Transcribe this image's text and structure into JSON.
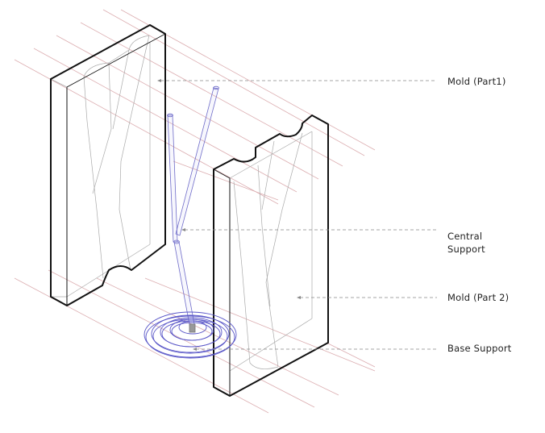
{
  "labels": {
    "mold_part1": "Mold (Part1)",
    "central_support_line1": "Central",
    "central_support_line2": "Support",
    "mold_part2": "Mold (Part 2)",
    "base_support": "Base Support"
  },
  "colors": {
    "outline": "#111111",
    "thin": "#9a9a9a",
    "guide": "#d9a7ab",
    "support": "#5a57c8",
    "leader": "#888888"
  }
}
